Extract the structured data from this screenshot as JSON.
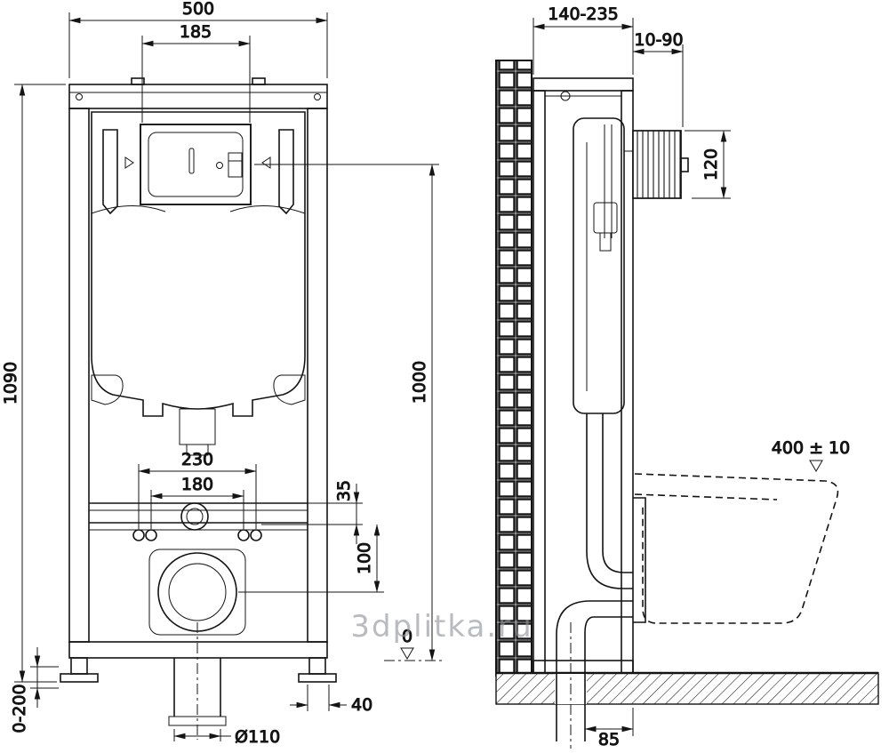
{
  "watermark": "3dplitka.ru",
  "front": {
    "dim_500": "500",
    "dim_185": "185",
    "dim_1090": "1090",
    "dim_1000": "1000",
    "dim_230": "230",
    "dim_180": "180",
    "dim_35": "35",
    "dim_100": "100",
    "dim_0_200": "0-200",
    "dim_40": "40",
    "dim_d110": "Ø110",
    "level_0": "0"
  },
  "side": {
    "dim_140_235": "140-235",
    "dim_10_90": "10-90",
    "dim_120": "120",
    "dim_400": "400 ± 10",
    "dim_85": "85"
  }
}
